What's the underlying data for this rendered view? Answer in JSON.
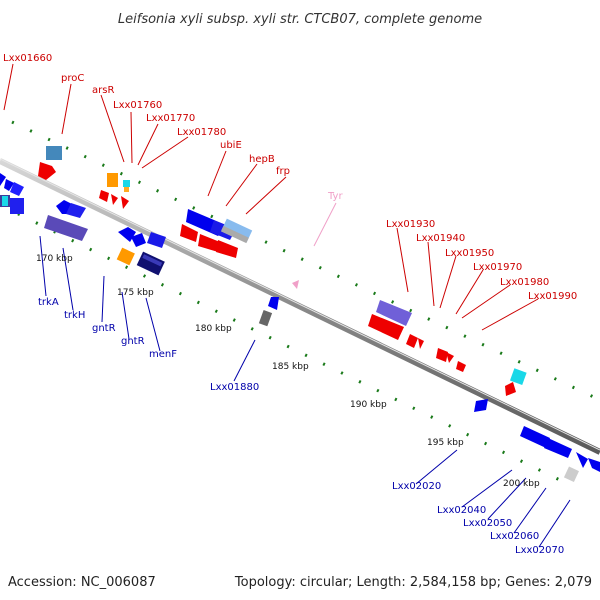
{
  "title": "Leifsonia xyli subsp. xyli str. CTCB07, complete genome",
  "footer": {
    "accession": "Accession: NC_006087",
    "summary": "Topology: circular; Length: 2,584,158 bp; Genes: 2,079"
  },
  "colors": {
    "forward_label": "#cc0000",
    "reverse_label": "#0000aa",
    "trna_label": "#f0a0c8",
    "backbone": "#888888",
    "tick_dash": "#1a7a1a"
  },
  "scale_ticks": [
    "170 kbp",
    "175 kbp",
    "180 kbp",
    "185 kbp",
    "190 kbp",
    "195 kbp",
    "200 kbp"
  ],
  "forward_labels": [
    "Lxx01660",
    "proC",
    "arsR",
    "Lxx01760",
    "Lxx01770",
    "Lxx01780",
    "ubiE",
    "hepB",
    "frp",
    "Lxx01930",
    "Lxx01940",
    "Lxx01950",
    "Lxx01970",
    "Lxx01980",
    "Lxx01990"
  ],
  "trna_labels": [
    "Tyr"
  ],
  "reverse_labels": [
    "trkA",
    "trkH",
    "gntR",
    "gntR",
    "menF",
    "Lxx01880",
    "Lxx02020",
    "Lxx02040",
    "Lxx02050",
    "Lxx02060",
    "Lxx02070"
  ]
}
